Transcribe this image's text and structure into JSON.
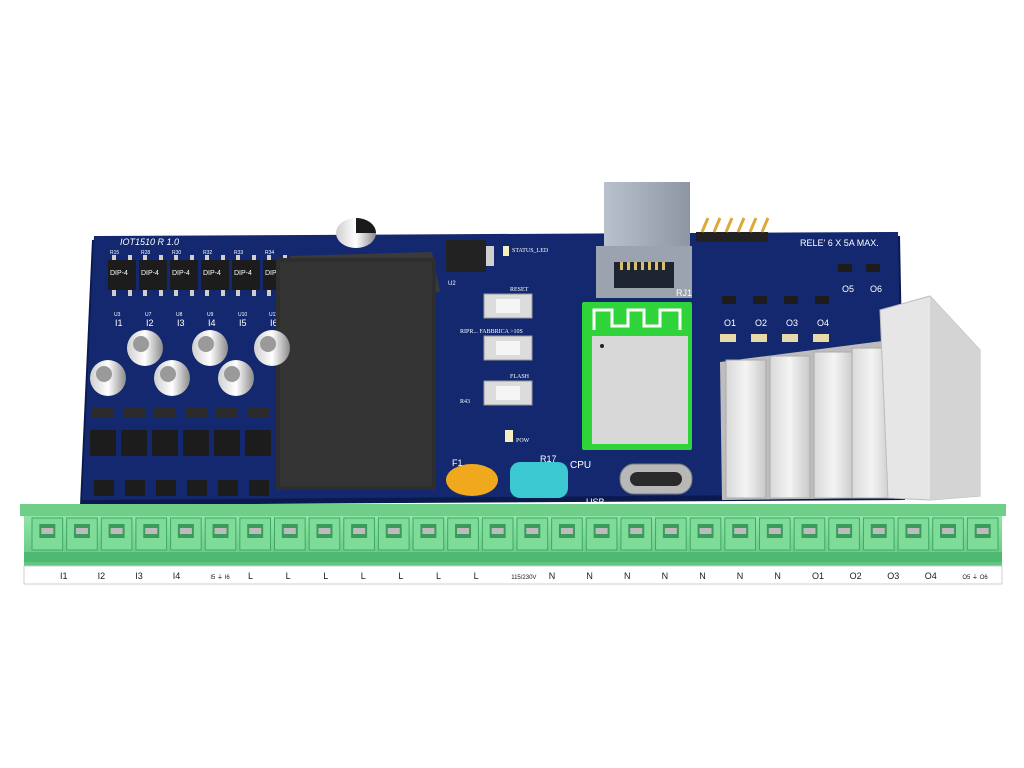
{
  "board": {
    "title": "IOT1510  R 1.0",
    "relay_rating": "RELE' 6 X 5A MAX.",
    "status_led": "STATUS_LED",
    "reset": "RESET",
    "factory_reset": "RIPR... FABBRICA >10S",
    "flash": "FLASH",
    "pow": "POW",
    "cpu": "CPU",
    "usb": "USB",
    "rj1": "RJ1",
    "fuse": "F1",
    "r17": "R17",
    "u2": "U2",
    "r43": "R43"
  },
  "colors": {
    "pcb": "#13286e",
    "pcb_edge": "#0b1a4d",
    "terminal": "#7fdc98",
    "terminal_dark": "#3fa864",
    "wifi_module": "#2fd43a",
    "fuse": "#f0a81c",
    "varistor": "#3cc8d0"
  },
  "chips": {
    "dip_label": "DIP-4",
    "dip_count": 6,
    "u_labels": [
      "U3",
      "U7",
      "U8",
      "U9",
      "U10",
      "U11"
    ]
  },
  "resistors": {
    "top_row": [
      "R15",
      "R28",
      "R30",
      "R32",
      "R33",
      "R34"
    ]
  },
  "inputs": [
    "I1",
    "I2",
    "I3",
    "I4",
    "I5",
    "I6"
  ],
  "outputs": {
    "labels_row1": [
      "O1",
      "O2",
      "O3",
      "O4"
    ],
    "labels_row2": [
      "O5",
      "O6"
    ]
  },
  "terminals": {
    "labels": [
      "I1",
      "I2",
      "I3",
      "I4",
      "I5 ⏚ I6",
      "L",
      "L",
      "L",
      "L",
      "L",
      "L",
      "L",
      "115/230V",
      "N",
      "N",
      "N",
      "N",
      "N",
      "N",
      "N",
      "O1",
      "O2",
      "O3",
      "O4",
      "O5 ⏚ O6"
    ],
    "count": 28
  }
}
